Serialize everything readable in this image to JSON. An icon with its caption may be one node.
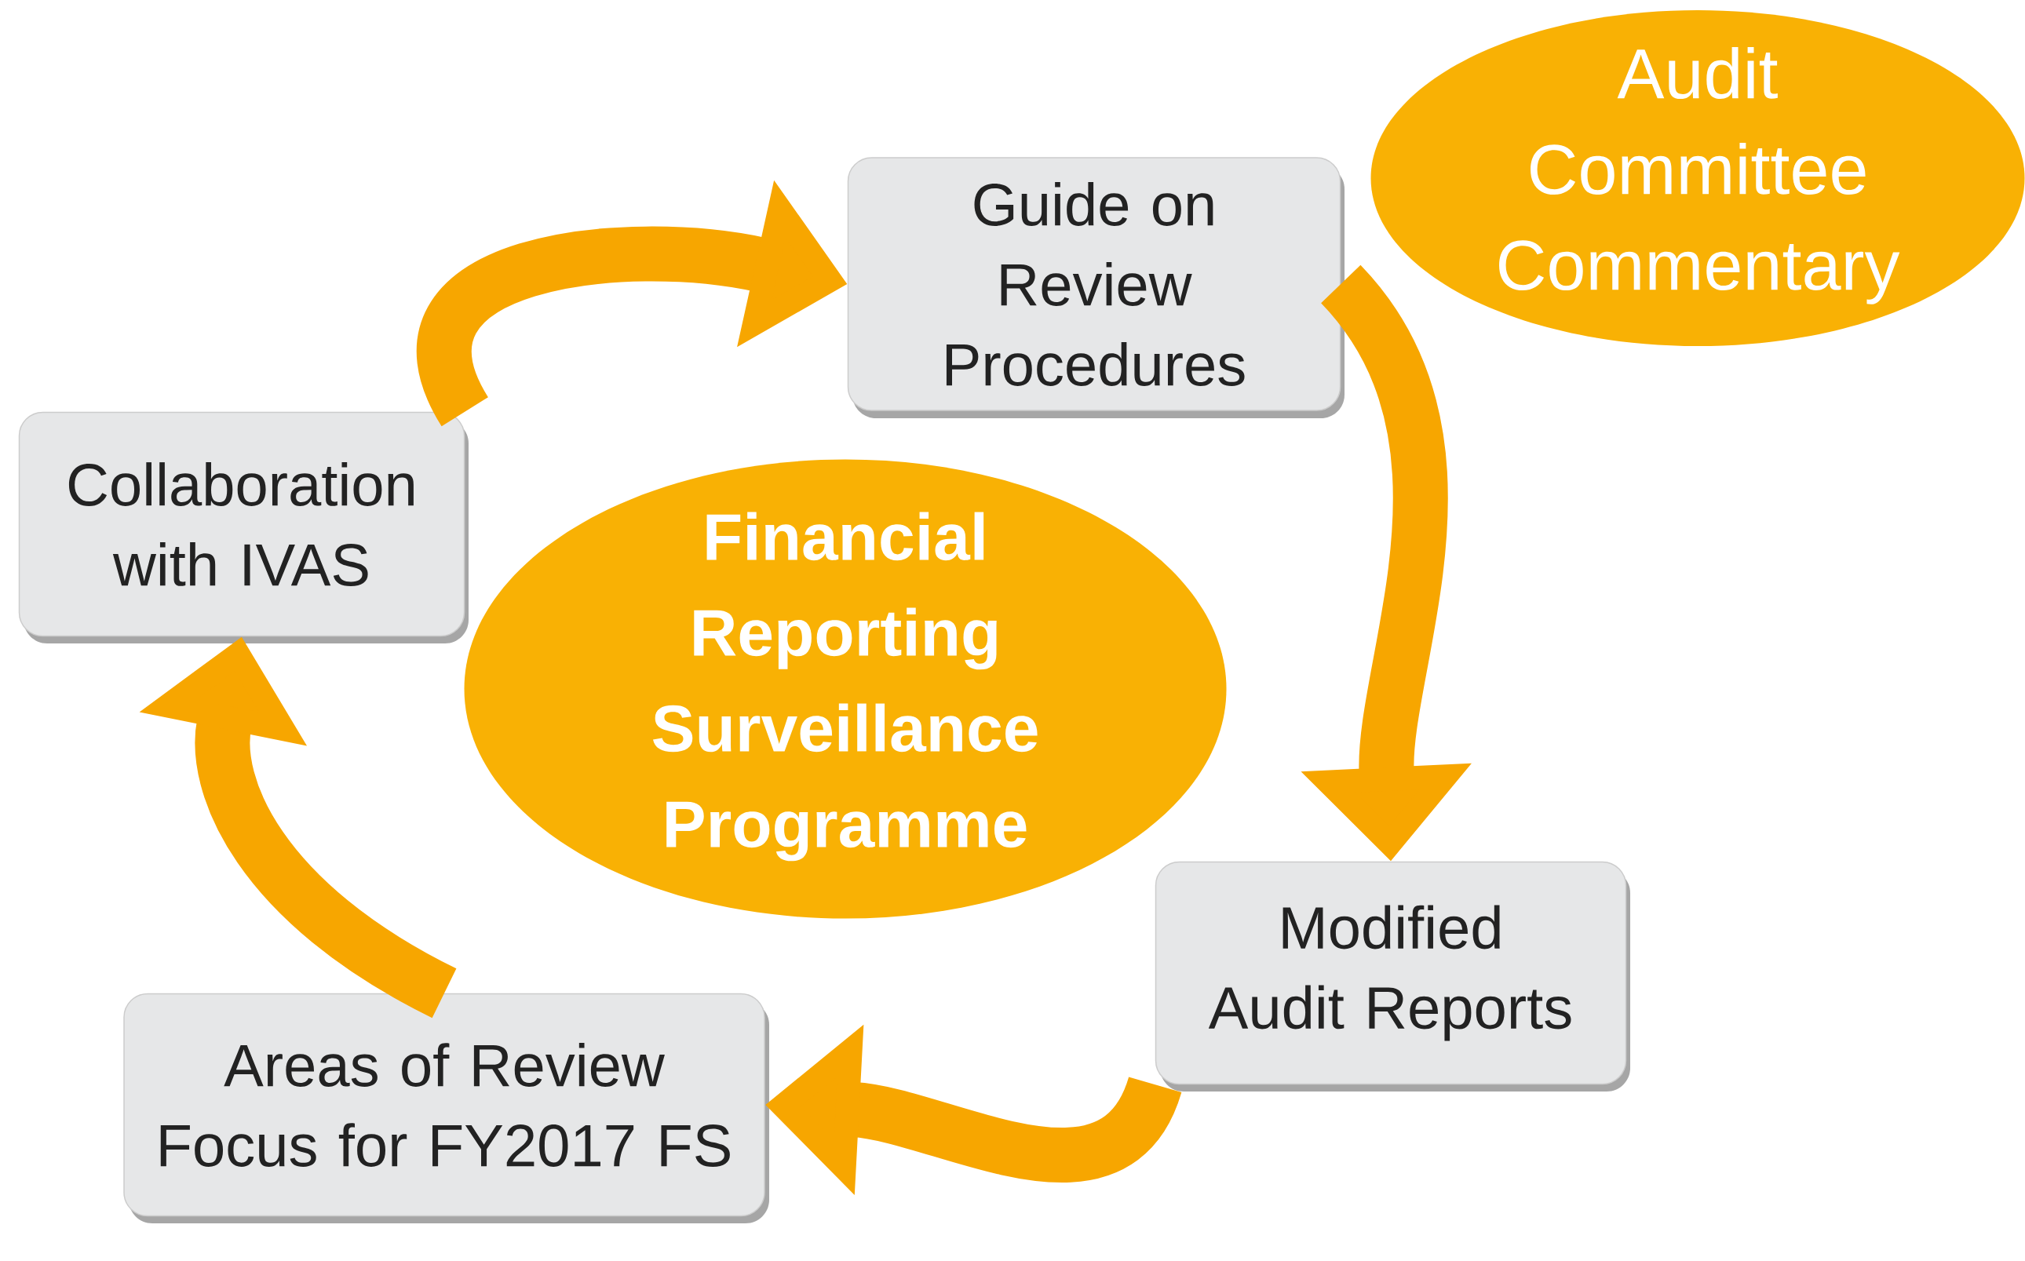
{
  "diagram": {
    "nodes": [
      {
        "text": [
          "Guide on Review Procedures"
        ]
      },
      {
        "text": [
          "Audit Committee Commentary"
        ]
      },
      {
        "text": [
          "Collaboration with IVAS"
        ]
      },
      {
        "text": [
          "Financial Reporting Surveillance Programme"
        ]
      },
      {
        "text": [
          "Modified Audit Reports"
        ]
      },
      {
        "text": [
          "Areas of Review Focus for FY2017 FS"
        ]
      }
    ],
    "edges": [
      {
        "from": 2,
        "to": 0,
        "arrow": "to"
      },
      {
        "from": 0,
        "to": 4,
        "arrow": "to"
      },
      {
        "from": 4,
        "to": 5,
        "arrow": "to"
      },
      {
        "from": 5,
        "to": 2,
        "arrow": "to"
      }
    ]
  }
}
